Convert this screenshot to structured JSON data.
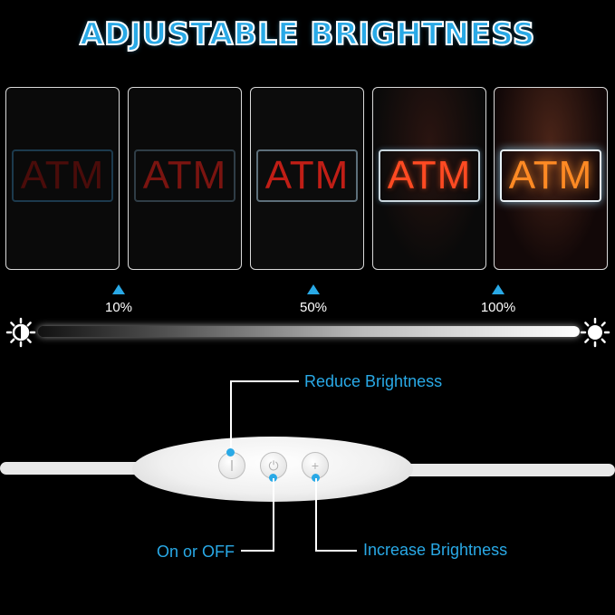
{
  "title": "ADJUSTABLE BRIGHTNESS",
  "sign_text": "ATM",
  "levels": [
    {
      "label": "10%"
    },
    {
      "label": "50%"
    },
    {
      "label": "100%"
    }
  ],
  "controls": {
    "reduce": "Reduce Brightness",
    "power": "On or OFF",
    "increase": "Increase Brightness"
  },
  "colors": {
    "accent": "#29a9e6",
    "sign_red": "#e0281e",
    "sign_orange": "#ff7a1c",
    "frame_blue": "#3aa0d8"
  },
  "icons": {
    "dim": "half-sun-icon",
    "bright": "sun-icon"
  }
}
